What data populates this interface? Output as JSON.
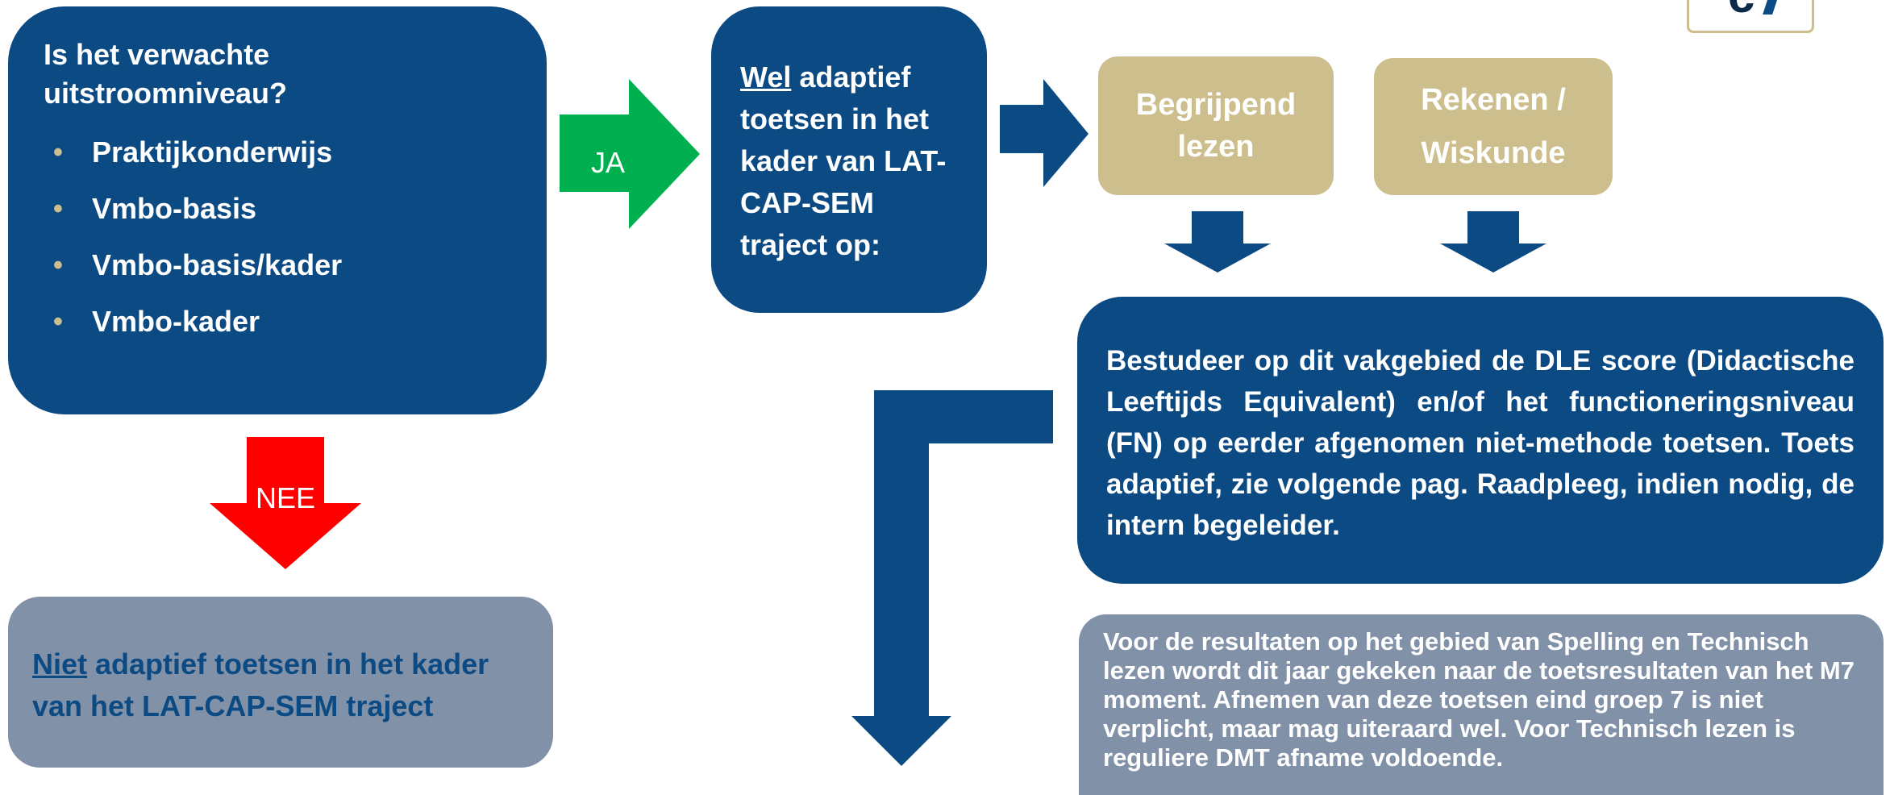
{
  "question_box": {
    "title": "Is het verwachte uitstroomniveau?",
    "items": [
      "Praktijkonderwijs",
      "Vmbo-basis",
      "Vmbo-basis/kader",
      "Vmbo-kader"
    ]
  },
  "arrow_ja": {
    "label": "JA"
  },
  "arrow_nee": {
    "label": "NEE"
  },
  "wel_box": {
    "lead": "Wel",
    "rest": " adaptief toetsen in het kader van LAT-CAP-SEM traject op:"
  },
  "subjects": {
    "lezen": {
      "line1": "Begrijpend",
      "line2": "lezen"
    },
    "rekenen": {
      "line1": "Rekenen /",
      "line2": "Wiskunde"
    }
  },
  "dle_box": {
    "text": "Bestudeer op dit vakgebied de DLE score (Didactische Leeftijds Equivalent) en/of het functioneringsniveau (FN) op eerder afgenomen niet-methode toetsen. Toets adaptief, zie volgende pag. Raadpleeg, indien nodig, de intern begeleider."
  },
  "niet_box": {
    "lead": "Niet",
    "rest": " adaptief toetsen in het kader van het LAT-CAP-SEM traject"
  },
  "spelling_box": {
    "text": "Voor de resultaten op het gebied van Spelling en Technisch lezen wordt dit jaar gekeken naar de toetsresultaten van het M7 moment. Afnemen van deze toetsen eind groep 7 is niet verplicht, maar mag uiteraard wel. Voor Technisch lezen is reguliere DMT afname voldoende."
  },
  "logo": {
    "text": "c"
  },
  "colors": {
    "navy": "#0c4a84",
    "tan": "#cdbf8d",
    "gray": "#8191a8",
    "green": "#00b050",
    "red": "#ff0000"
  }
}
